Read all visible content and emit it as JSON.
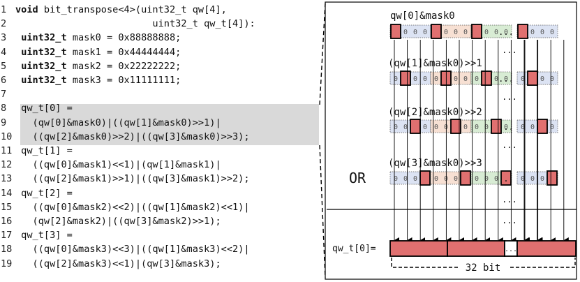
{
  "code": {
    "lines": [
      {
        "n": "1",
        "segs": [
          {
            "t": "void",
            "kw": true
          },
          {
            "t": " bit_transpose<4>(uint32_t qw[4],"
          }
        ]
      },
      {
        "n": "2",
        "segs": [
          {
            "t": "                        uint32_t qw_t[4]):"
          }
        ]
      },
      {
        "n": "3",
        "segs": [
          {
            "t": " "
          },
          {
            "t": "uint32_t",
            "kw": true
          },
          {
            "t": " mask0 = 0x88888888;"
          }
        ]
      },
      {
        "n": "4",
        "segs": [
          {
            "t": " "
          },
          {
            "t": "uint32_t",
            "kw": true
          },
          {
            "t": " mask1 = 0x44444444;"
          }
        ]
      },
      {
        "n": "5",
        "segs": [
          {
            "t": " "
          },
          {
            "t": "uint32_t",
            "kw": true
          },
          {
            "t": " mask2 = 0x22222222;"
          }
        ]
      },
      {
        "n": "6",
        "segs": [
          {
            "t": " "
          },
          {
            "t": "uint32_t",
            "kw": true
          },
          {
            "t": " mask3 = 0x11111111;"
          }
        ]
      },
      {
        "n": "7",
        "segs": [
          {
            "t": ""
          }
        ]
      },
      {
        "n": "8",
        "segs": [
          {
            "t": " qw_t[0] ="
          }
        ]
      },
      {
        "n": "9",
        "segs": [
          {
            "t": "   (qw[0]&mask0)|((qw[1]&mask0)>>1)|"
          }
        ]
      },
      {
        "n": "10",
        "segs": [
          {
            "t": "   ((qw[2]&mask0)>>2)|((qw[3]&mask0)>>3);"
          }
        ]
      },
      {
        "n": "11",
        "segs": [
          {
            "t": " qw_t[1] ="
          }
        ]
      },
      {
        "n": "12",
        "segs": [
          {
            "t": "   ((qw[0]&mask1)<<1)|(qw[1]&mask1)|"
          }
        ]
      },
      {
        "n": "13",
        "segs": [
          {
            "t": "   ((qw[2]&mask1)>>1)|((qw[3]&mask1)>>2);"
          }
        ]
      },
      {
        "n": "14",
        "segs": [
          {
            "t": " qw_t[2] ="
          }
        ]
      },
      {
        "n": "15",
        "segs": [
          {
            "t": "   ((qw[0]&mask2)<<2)|((qw[1]&mask2)<<1)|"
          }
        ]
      },
      {
        "n": "16",
        "segs": [
          {
            "t": "   (qw[2]&mask2)|((qw[3]&mask2)>>1);"
          }
        ]
      },
      {
        "n": "17",
        "segs": [
          {
            "t": " qw_t[3] ="
          }
        ]
      },
      {
        "n": "18",
        "segs": [
          {
            "t": "   ((qw[0]&mask3)<<3)|((qw[1]&mask3)<<2)|"
          }
        ]
      },
      {
        "n": "19",
        "segs": [
          {
            "t": "   ((qw[2]&mask3)<<1)|(qw[3]&mask3);"
          }
        ]
      }
    ]
  },
  "diagram": {
    "row_labels": [
      "qw[0]&mask0",
      "(qw[1]&mask0)>>1",
      "(qw[2]&mask0)>>2",
      "(qw[3]&mask0)>>3"
    ],
    "zero_digit": "0",
    "ellipsis": "...",
    "or_label": "OR",
    "result_label": "qw_t[0]=",
    "width_label": "32 bit",
    "colors": {
      "set_bit": "#e07070",
      "band_1": "#dce3f3",
      "band_2": "#f7e0d3",
      "band_3": "#d8ecd4",
      "result_fill": "#e07070",
      "line": "#000000"
    }
  }
}
